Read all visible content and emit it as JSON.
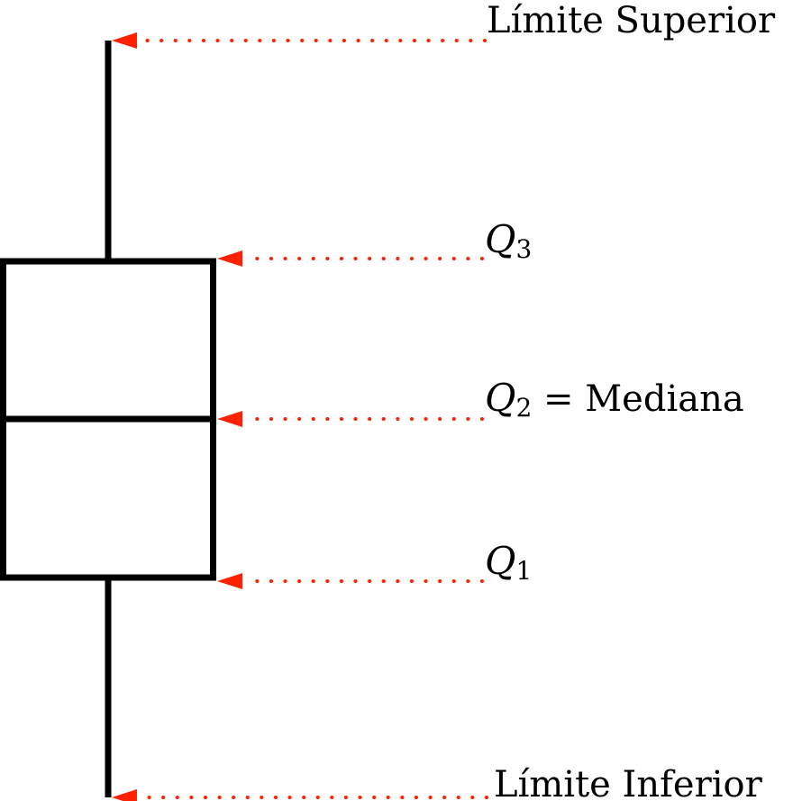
{
  "labels": {
    "upper_limit": "Límite Superior",
    "q3": {
      "letter": "Q",
      "sub": "3"
    },
    "q2": {
      "letter": "Q",
      "sub": "2",
      "rest": " = Mediana"
    },
    "q1": {
      "letter": "Q",
      "sub": "1"
    },
    "lower_limit": "Límite Inferior"
  },
  "colors": {
    "box": "#000000",
    "arrow": "#ff2200",
    "background": "#ffffff"
  }
}
